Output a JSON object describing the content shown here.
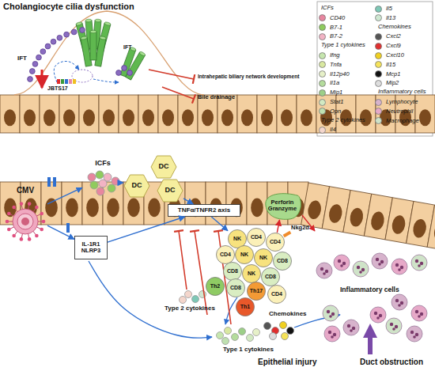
{
  "diagram": {
    "title": "Cholangiocyte cilia dysfunction",
    "nodes": [
      {
        "text": [
          "CMV"
        ]
      },
      {
        "text": [
          "ICFs"
        ]
      },
      {
        "text": [
          "DC"
        ]
      },
      {
        "text": [
          "DC"
        ]
      },
      {
        "text": [
          "DC"
        ]
      },
      {
        "text": [
          "TNFα/TNFR2 axis"
        ]
      },
      {
        "text": [
          "IL-1R1",
          "NLRP3"
        ]
      },
      {
        "text": [
          "Perforin Granzyme"
        ]
      },
      {
        "text": [
          "NK"
        ]
      },
      {
        "text": [
          "CD4"
        ]
      },
      {
        "text": [
          "CD4"
        ]
      },
      {
        "text": [
          "CD4"
        ]
      },
      {
        "text": [
          "NK"
        ]
      },
      {
        "text": [
          "NK"
        ]
      },
      {
        "text": [
          "CD8"
        ]
      },
      {
        "text": [
          "CD8"
        ]
      },
      {
        "text": [
          "NK"
        ]
      },
      {
        "text": [
          "CD8"
        ]
      },
      {
        "text": [
          "Th2"
        ]
      },
      {
        "text": [
          "CD8"
        ]
      },
      {
        "text": [
          "Th17"
        ]
      },
      {
        "text": [
          "CD4"
        ]
      },
      {
        "text": [
          "Th1"
        ]
      }
    ],
    "edges": [
      {
        "from": 0,
        "to": 1,
        "arrow": "to"
      },
      {
        "from": 1,
        "to": 2,
        "arrow": "to"
      },
      {
        "from": 4,
        "to": 5,
        "arrow": "to"
      },
      {
        "from": 0,
        "to": 6,
        "arrow": "to"
      },
      {
        "from": 6,
        "to": 5,
        "arrow": "to"
      },
      {
        "from": 5,
        "to": 8,
        "arrow": "to"
      },
      {
        "from": 10,
        "to": 7,
        "arrow": "to"
      }
    ],
    "labels": [
      "IFT",
      "IFT",
      "JBTS17",
      "Intrahepatic biliary network development",
      "Bile drainage",
      "Type 2 cytokines",
      "Type 1 cytokines",
      "Chemokines",
      "Inflammatory cells",
      "Epithelial injury",
      "Duct obstruction",
      "Nkg2d",
      "ICFs",
      "Type 1 cytokines",
      "Type 2 cytokines",
      "Chemokines",
      "Inflammatory cells"
    ],
    "legend": [
      {
        "text": "CD40",
        "color": "#e8869f"
      },
      {
        "text": "B7-1",
        "color": "#8fcb5e"
      },
      {
        "text": "B7-2",
        "color": "#f2b3c4"
      },
      {
        "text": "Ifng",
        "color": "#c6e6ae"
      },
      {
        "text": "Tnfa",
        "color": "#d9e8a0"
      },
      {
        "text": "Il12p40",
        "color": "#e6f0c8"
      },
      {
        "text": "Il1a",
        "color": "#b4dc9c"
      },
      {
        "text": "Mip1",
        "color": "#9ccf88"
      },
      {
        "text": "Stat1",
        "color": "#d2e9c2"
      },
      {
        "text": "Opn",
        "color": "#bfe0b0"
      },
      {
        "text": "Il4",
        "color": "#f4d6cc"
      },
      {
        "text": "Il5",
        "color": "#7ec8b6"
      },
      {
        "text": "Il13",
        "color": "#cfe8d2"
      },
      {
        "text": "Cxcl2",
        "color": "#555555"
      },
      {
        "text": "Cxcl9",
        "color": "#e02f2f"
      },
      {
        "text": "Cxcl10",
        "color": "#f0d020"
      },
      {
        "text": "Il15",
        "color": "#f5e35a"
      },
      {
        "text": "Mcp1",
        "color": "#111111"
      },
      {
        "text": "Mip2",
        "color": "#dddddd"
      },
      {
        "text": "Lymphocyte",
        "color": "#d7b3cc"
      },
      {
        "text": "Neutrophil",
        "color": "#e7a9c8"
      },
      {
        "text": "Macrophage",
        "color": "#cfe3c8"
      }
    ]
  }
}
